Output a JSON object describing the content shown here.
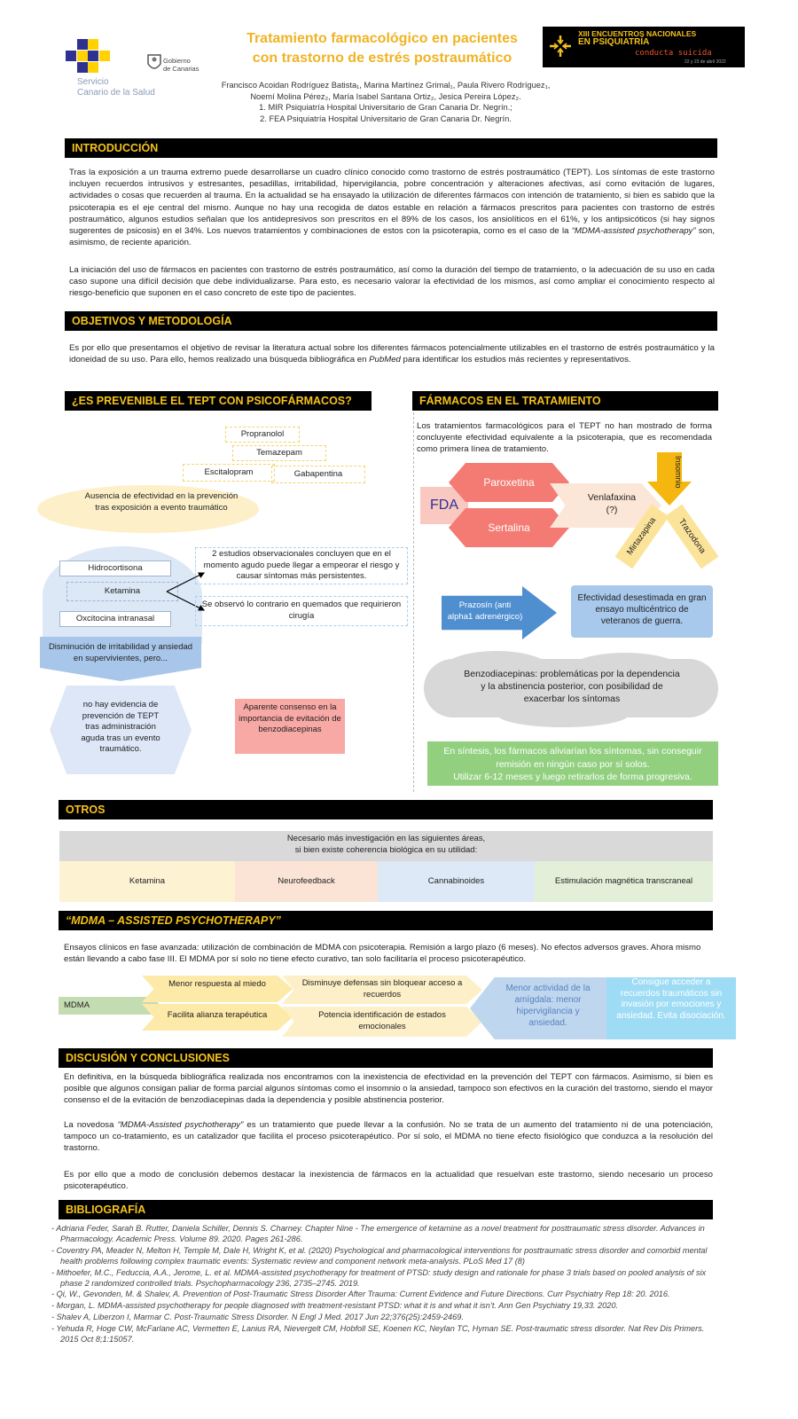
{
  "header": {
    "sponsor_name": "Servicio\nCanario de la Salud",
    "gov_name": "Gobierno\nde Canarias",
    "title_line1": "Tratamiento farmacológico en pacientes",
    "title_line2": "con trastorno de estrés postraumático",
    "authors_line1": "Francisco Acoidan Rodríguez Batista₁, Marina Martínez Grimal₁, Paula Rivero Rodríguez₁,",
    "authors_line2": "Noemí Molina Pérez₂, María Isabel Santana Ortiz₂, Jesica Pereira López₂.",
    "affiliation1": "1. MIR Psiquiatría Hospital Universitario de Gran Canaria Dr. Negrín.;",
    "affiliation2": "2. FEA Psiquiatría Hospital Universitario de Gran Canaria Dr. Negrín.",
    "event_logo": {
      "line1": "XIII ENCUENTROS NACIONALES",
      "line2": "EN PSIQUIATRÍA",
      "line3": "conducta suicida",
      "line4": "22 y 23 de abril 2022"
    }
  },
  "intro": {
    "title": "INTRODUCCIÓN",
    "p1_a": "Tras la exposición a un trauma extremo puede desarrollarse un cuadro clínico conocido como trastorno de estrés postraumático (TEPT). Los síntomas de este trastorno incluyen recuerdos intrusivos y estresantes, pesadillas, irritabilidad, hipervigilancia, pobre concentración y alteraciones afectivas, así como evitación de lugares, actividades o cosas que recuerden al trauma. En la actualidad se ha ensayado la utilización de diferentes fármacos con intención de tratamiento, si bien es sabido que la psicoterapia es el eje central del mismo. Aunque no hay una recogida de datos estable en relación a fármacos prescritos para pacientes con trastorno de estrés postraumático, algunos estudios señalan que los antidepresivos son prescritos en el 89% de los casos, los ansiolíticos en el 61%, y los antipsicóticos (si hay signos sugerentes de psicosis) en el 34%. Los nuevos tratamientos y combinaciones de estos con la psicoterapia, como es el caso de la ",
    "p1_italic": "“MDMA-assisted psychotherapy”",
    "p1_b": " son, asimismo, de reciente aparición.",
    "p2": "La iniciación del uso de fármacos en pacientes con trastorno de estrés postraumático, así como la duración del tiempo de tratamiento, o la adecuación de su uso en cada caso supone una difícil decisión que debe individualizarse. Para esto, es necesario valorar la efectividad de los mismos, así como ampliar el conocimiento respecto al riesgo-beneficio que suponen en el caso concreto de este tipo de pacientes."
  },
  "objectives": {
    "title": "OBJETIVOS Y METODOLOGÍA",
    "p_a": "Es por ello que presentamos el objetivo de revisar la literatura actual sobre los diferentes fármacos potencialmente utilizables en el trastorno de estrés postraumático y la idoneidad de su uso. Para ello, hemos realizado una búsqueda bibliográfica en ",
    "p_italic": "PubMed",
    "p_b": " para identificar los estudios más recientes y representativos."
  },
  "prevention": {
    "title": "¿ES PREVENIBLE EL TEPT CON PSICOFÁRMACOS?",
    "drug1": "Propranolol",
    "drug2": "Temazepam",
    "drug3": "Escitalopram",
    "drug4": "Gabapentina",
    "absence": "Ausencia de efectividad en la prevención tras exposición a evento traumático",
    "h1": "Hidrocortisona",
    "h2": "Ketamina",
    "h3": "Oxcitocina intranasal",
    "ket1": "2 estudios observacionales concluyen que en el momento agudo puede llegar a empeorar el riesgo y causar síntomas  más persistentes.",
    "ket2": "Se observó lo contrario en quemados que requirieron cirugía",
    "irritability": "Disminución de irritabilidad y ansiedad en supervivientes, pero...",
    "no_evidence": "no hay evidencia de prevención de TEPT tras administración aguda tras un evento traumático.",
    "consensus": "Aparente consenso en la importancia de evitación de benzodiacepinas"
  },
  "treatment": {
    "title": "FÁRMACOS EN EL TRATAMIENTO",
    "intro": "Los tratamientos farmacológicos para el TEPT no han mostrado de forma concluyente efectividad equivalente a la psicoterapia, que es recomendada como primera línea de tratamiento.",
    "fda": "FDA",
    "paroxetina": "Paroxetina",
    "sertalina": "Sertalina",
    "venlafaxina": "Venlafaxina\n(?)",
    "insomnio": "Insomnio",
    "mirtazapina": "Mirtazapina",
    "trazodona": "Trazodona",
    "prazosin": "Prazosín (anti alpha1 adrenérgico)",
    "prazosin_result": "Efectividad desestimada en gran ensayo multicéntrico de veteranos de guerra.",
    "benzo": "Benzodiacepinas: problemáticas por la dependencia y la abstinencia posterior, con posibilidad de exacerbar los síntomas",
    "synthesis1": "En síntesis, los fármacos aliviarían los síntomas, sin conseguir remisión en ningún caso por sí solos.",
    "synthesis2": "Utilizar 6-12 meses y luego retirarlos de forma progresiva."
  },
  "others": {
    "title": "OTROS",
    "header1": "Necesario más investigación en las siguientes áreas,",
    "header2": "si bien existe coherencia biológica en su utilidad:",
    "areas": [
      "Ketamina",
      "Neurofeedback",
      "Cannabinoides",
      "Estimulación magnética transcraneal"
    ],
    "area_colors": [
      "#fdf3d2",
      "#fbe4d6",
      "#dde9f6",
      "#e3efd9"
    ]
  },
  "mdma": {
    "title": "“MDMA – ASSISTED PSYCHOTHERAPY”",
    "p": "Ensayos clínicos en fase avanzada: utilización de combinación de MDMA con psicoterapia. Remisión a largo plazo (6 meses). No efectos adversos graves. Ahora mismo están llevando a cabo fase III. El MDMA por sí solo no tiene efecto curativo, tan solo facilitaría el proceso psicoterapéutico.",
    "mdma": "MDMA",
    "step1a": "Menor respuesta al miedo",
    "step1b": "Facilita alianza terapéutica",
    "step2a": "Disminuye defensas sin bloquear acceso a recuerdos",
    "step2b": "Potencia identificación de estados emocionales",
    "step3": "Menor actividad de la amígdala: menor hipervigilancia y ansiedad.",
    "step4": "Consigue acceder a recuerdos traumáticos sin invasión por emociones y ansiedad. Evita disociación."
  },
  "discussion": {
    "title": "DISCUSIÓN Y CONCLUSIONES",
    "p1": "En definitiva, en la búsqueda bibliográfica realizada nos encontramos con la inexistencia de efectividad en la prevención del TEPT con fármacos. Asimismo, si bien es posible que algunos consigan paliar de forma parcial algunos síntomas como el insomnio o la ansiedad, tampoco son efectivos en la curación del trastorno, siendo el mayor consenso el de la evitación de benzodiacepinas dada la dependencia y posible abstinencia posterior.",
    "p2_a": "La novedosa ",
    "p2_italic": "“MDMA-Assisted psychotherapy”",
    "p2_b": " es un tratamiento que puede llevar a la confusión. No se trata de un aumento del tratamiento ni de una potenciación, tampoco un co-tratamiento, es un catalizador que facilita el proceso psicoterapéutico. Por sí solo, el MDMA no tiene efecto fisiológico que conduzca a la resolución del trastorno.",
    "p3": "Es por ello que a modo de conclusión debemos destacar la inexistencia de fármacos en la actualidad que resuelvan este trastorno, siendo necesario un proceso psicoterapéutico."
  },
  "bibliography": {
    "title": "BIBLIOGRAFÍA",
    "refs": [
      "Adriana Feder, Sarah B. Rutter, Daniela Schiller, Dennis S. Charney. Chapter Nine - The emergence of ketamine as a novel treatment for posttraumatic stress disorder. Advances in Pharmacology. Academic Press. Volume 89. 2020. Pages 261-286.",
      "Coventry PA, Meader N, Melton H, Temple M, Dale H, Wright K, et al. (2020) Psychological and pharmacological interventions for posttraumatic stress disorder and comorbid mental health problems following complex traumatic events: Systematic review and component network meta-analysis. PLoS Med 17 (8)",
      "Mithoefer, M.C., Feduccia, A.A., Jerome, L. et al. MDMA-assisted psychotherapy for treatment of PTSD: study design and rationale for phase 3 trials based on pooled analysis of six phase 2 randomized controlled trials. Psychopharmacology 236, 2735–2745. 2019.",
      "Qi, W., Gevonden, M. & Shalev, A. Prevention of Post-Traumatic Stress Disorder After Trauma: Current Evidence and Future Directions. Curr Psychiatry Rep 18: 20. 2016.",
      "Morgan, L. MDMA-assisted psychotherapy for people diagnosed with treatment-resistant PTSD: what it is and what it isn’t. Ann Gen Psychiatry 19,33. 2020.",
      "Shalev A, Liberzon I, Marmar C. Post-Traumatic Stress Disorder. N Engl J Med. 2017 Jun 22;376(25):2459-2469.",
      "Yehuda R, Hoge CW, McFarlane AC, Vermetten E, Lanius RA, Nievergelt CM, Hobfoll SE, Koenen KC, Neylan TC, Hyman SE. Post-traumatic stress disorder. Nat Rev Dis Primers. 2015 Oct 8;1:15057."
    ]
  },
  "colors": {
    "section_bar": "#000000",
    "section_title": "#f5c21b",
    "title_yellow": "#f0b323",
    "scs_blue": "#2e3192",
    "scs_yellow": "#ffd200"
  }
}
